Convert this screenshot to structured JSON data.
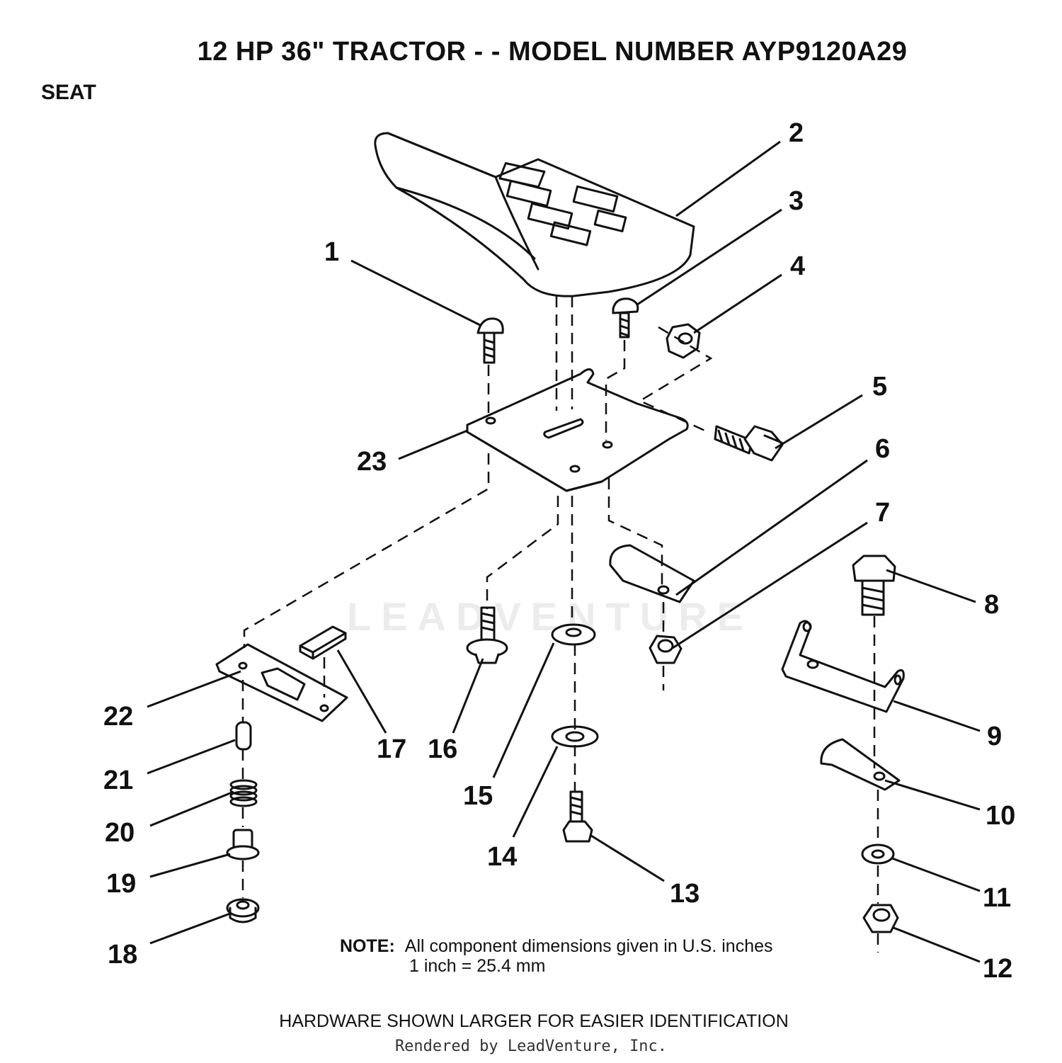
{
  "header": {
    "title": "12 HP 36\" TRACTOR - - MODEL NUMBER AYP9120A29",
    "section": "SEAT"
  },
  "callouts": [
    "1",
    "2",
    "3",
    "4",
    "5",
    "6",
    "7",
    "8",
    "9",
    "10",
    "11",
    "12",
    "13",
    "14",
    "15",
    "16",
    "17",
    "18",
    "19",
    "20",
    "21",
    "22",
    "23"
  ],
  "note": {
    "label": "NOTE:",
    "line1": "All component dimensions given in U.S. inches",
    "line2": "1 inch = 25.4 mm"
  },
  "footer": {
    "hardware": "HARDWARE SHOWN LARGER FOR EASIER IDENTIFICATION",
    "rendered": "Rendered by LeadVenture, Inc."
  },
  "watermark": "LEADVENTURE",
  "colors": {
    "ink": "#111111",
    "paper": "#ffffff",
    "watermark": "#ececec"
  }
}
